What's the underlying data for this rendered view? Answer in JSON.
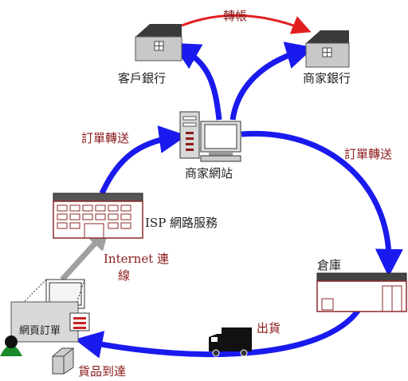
{
  "labels": {
    "transfer": "轉帳",
    "customer_bank": "客戶銀行",
    "merchant_bank": "商家銀行",
    "order_send_left": "訂單轉送",
    "order_send_right": "訂單轉送",
    "merchant_site": "商家網站",
    "isp": "ISP 網路服務",
    "internet_line1": "Internet 連",
    "internet_line2": "線",
    "warehouse": "倉庫",
    "ship": "出貨",
    "web_order": "網頁訂單",
    "goods_arrive": "貨品到達"
  },
  "colors": {
    "flow_arrow": "#1a1aee",
    "transfer_arrow": "#e02020",
    "internet_arrow": "#a0a0a0",
    "label_red": "#8B1A1A",
    "label_dark": "#222222",
    "building_red": "#8B2A2A",
    "person_green": "#1a8a2a"
  }
}
